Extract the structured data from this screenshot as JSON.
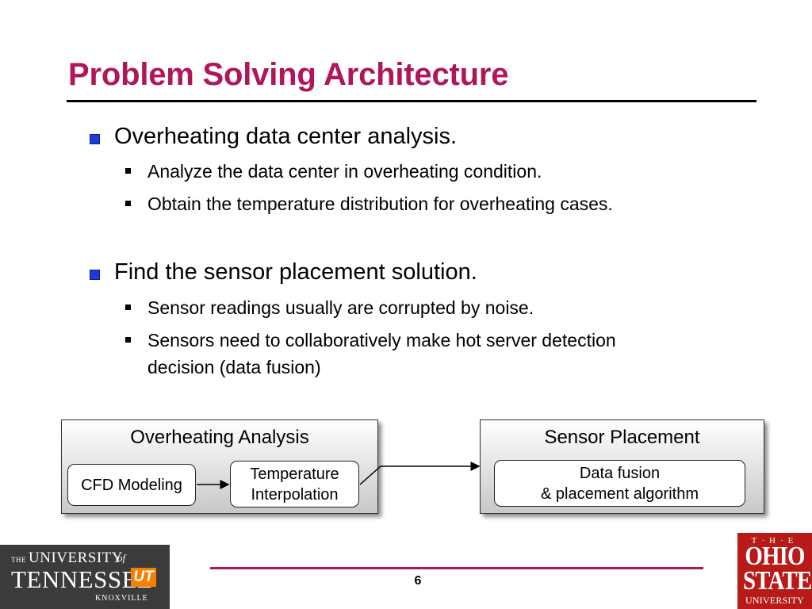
{
  "slide": {
    "title": "Problem Solving Architecture",
    "page_number": "6"
  },
  "bullets": [
    {
      "text": "Overheating data center analysis.",
      "sub": [
        "Analyze the data center in overheating condition.",
        "Obtain the temperature distribution for overheating cases."
      ]
    },
    {
      "text": "Find the sensor placement solution.",
      "sub": [
        "Sensor readings usually are corrupted by noise.",
        "Sensors need to collaboratively make hot server detection",
        "decision (data fusion)"
      ]
    }
  ],
  "diagram": {
    "left_panel": {
      "title": "Overheating Analysis",
      "box1": "CFD Modeling",
      "box2_line1": "Temperature",
      "box2_line2": "Interpolation"
    },
    "right_panel": {
      "title": "Sensor Placement",
      "box_line1": "Data fusion",
      "box_line2": "& placement algorithm"
    }
  },
  "logos": {
    "left": {
      "the": "THE",
      "university": "UNIVERSITY",
      "of": "of",
      "tennessee": "TENNESSEE",
      "mark": "UT",
      "knoxville": "KNOXVILLE"
    },
    "right": {
      "the": "T·H·E",
      "ohio": "OHIO",
      "state": "STATE",
      "university": "UNIVERSITY"
    }
  },
  "colors": {
    "title": "#b1155a",
    "bullet_square": "#1f3ad6",
    "footer_rule": "#b1155a",
    "osu_red": "#b81a1a",
    "ut_orange": "#f77f00"
  }
}
